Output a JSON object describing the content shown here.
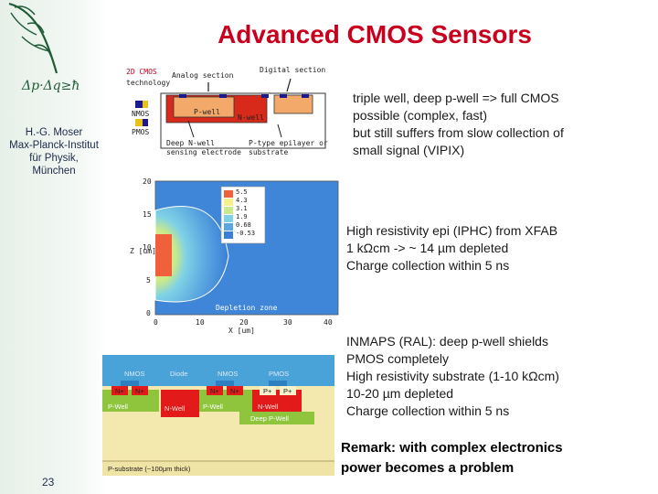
{
  "slide": {
    "title": "Advanced CMOS Sensors",
    "author_lines": [
      "H.-G. Moser",
      "Max-Planck-Institut",
      "für Physik,",
      "München"
    ],
    "page_number": "23"
  },
  "diagram1": {
    "label_2d_cmos": "2D CMOS",
    "label_technology": "technology",
    "label_analog": "Analog section",
    "label_digital": "Digital section",
    "label_nmos": "NMOS",
    "label_pmos": "PMOS",
    "label_pwell": "P-well",
    "label_nwell": "N-well",
    "label_deep_nwell": "Deep N-well",
    "label_sensing": "sensing electrode",
    "label_ptype": "P-type epilayer or",
    "label_substrate": "substrate"
  },
  "simulation": {
    "legend_values": [
      "5.5",
      "4.3",
      "3.1",
      "1.9",
      "0.68",
      "-0.53"
    ],
    "z_ticks": [
      "20",
      "15",
      "10",
      "5",
      "0"
    ],
    "x_ticks": [
      "0",
      "10",
      "20",
      "30",
      "40"
    ],
    "z_label": "Z [um]",
    "x_label": "X [um]",
    "depletion_label": "Depletion zone"
  },
  "cross_section": {
    "nmos1": "NMOS",
    "diode": "Diode",
    "nmos2": "NMOS",
    "pmos": "PMOS",
    "n_plus_1": "N+",
    "n_plus_2": "N+",
    "n_plus_3": "N+",
    "n_plus_4": "N+",
    "p_plus_1": "P+",
    "p_plus_2": "P+",
    "pwell1": "P-Well",
    "nwell1": "N-Well",
    "pwell2": "P-Well",
    "nwell2": "N-Well",
    "deep_pwell": "Deep P-Well",
    "psubstrate": "P-substrate (~100μm thick)"
  },
  "text_blocks": {
    "block1": [
      "triple well, deep p-well => full CMOS",
      "possible (complex, fast)",
      "but still suffers from slow collection of",
      "small signal (VIPIX)"
    ],
    "block2": [
      "High resistivity epi (IPHC) from XFAB",
      "1 kΩcm -> ~ 14 µm depleted",
      "Charge collection within 5 ns"
    ],
    "block3": [
      "INMAPS (RAL): deep p-well shields",
      "PMOS completely",
      "High resistivity substrate (1-10 kΩcm)",
      "10-20 µm depleted",
      "Charge collection within 5 ns"
    ],
    "remark": [
      "Remark: with complex electronics",
      "power becomes a problem"
    ]
  },
  "colors": {
    "title": "#c8001e",
    "sidebar": "#e6f0e8",
    "well_orange": "#f2a96a",
    "nwell_red": "#e21a1a",
    "substrate_yellow": "#f2e7a8",
    "field_blue": "#7ec3e8"
  }
}
